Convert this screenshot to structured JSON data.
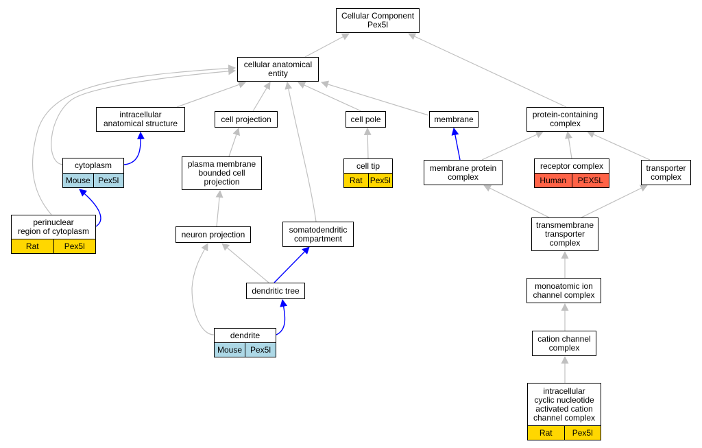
{
  "colors": {
    "edge_gray": "#c0c0c0",
    "edge_blue": "#0000ff",
    "mouse": "#add8e6",
    "rat": "#ffd700",
    "human": "#ff6347"
  },
  "nodes": {
    "cc_root": {
      "label": "Cellular Component\nPex5l"
    },
    "cellular_anatomical_entity": {
      "label": "cellular anatomical\nentity"
    },
    "intracellular_anatomical_structure": {
      "label": "intracellular\nanatomical structure"
    },
    "cell_projection": {
      "label": "cell projection"
    },
    "cell_pole": {
      "label": "cell pole"
    },
    "membrane": {
      "label": "membrane"
    },
    "protein_containing_complex": {
      "label": "protein-containing\ncomplex"
    },
    "cytoplasm": {
      "label": "cytoplasm",
      "annotation": {
        "species": "Mouse",
        "gene": "Pex5l",
        "color": "#add8e6"
      }
    },
    "plasma_membrane_bounded_cell_projection": {
      "label": "plasma membrane\nbounded cell\nprojection"
    },
    "cell_tip": {
      "label": "cell tip",
      "annotation": {
        "species": "Rat",
        "gene": "Pex5l",
        "color": "#ffd700"
      }
    },
    "membrane_protein_complex": {
      "label": "membrane protein\ncomplex"
    },
    "receptor_complex": {
      "label": "receptor complex",
      "annotation": {
        "species": "Human",
        "gene": "PEX5L",
        "color": "#ff6347"
      }
    },
    "transporter_complex": {
      "label": "transporter\ncomplex"
    },
    "perinuclear_region": {
      "label": "perinuclear\nregion of cytoplasm",
      "annotation": {
        "species": "Rat",
        "gene": "Pex5l",
        "color": "#ffd700"
      }
    },
    "neuron_projection": {
      "label": "neuron projection"
    },
    "somatodendritic_compartment": {
      "label": "somatodendritic\ncompartment"
    },
    "transmembrane_transporter_complex": {
      "label": "transmembrane\ntransporter\ncomplex"
    },
    "dendritic_tree": {
      "label": "dendritic tree"
    },
    "monoatomic_ion_channel_complex": {
      "label": "monoatomic ion\nchannel complex"
    },
    "dendrite": {
      "label": "dendrite",
      "annotation": {
        "species": "Mouse",
        "gene": "Pex5l",
        "color": "#add8e6"
      }
    },
    "cation_channel_complex": {
      "label": "cation channel\ncomplex"
    },
    "cyclic_nucleotide_cation_channel": {
      "label": "intracellular\ncyclic nucleotide\nactivated cation\nchannel complex",
      "annotation": {
        "species": "Rat",
        "gene": "Pex5l",
        "color": "#ffd700"
      }
    }
  },
  "edges": [
    {
      "from": "cellular_anatomical_entity",
      "to": "cc_root",
      "type": "is_a"
    },
    {
      "from": "protein_containing_complex",
      "to": "cc_root",
      "type": "is_a"
    },
    {
      "from": "intracellular_anatomical_structure",
      "to": "cellular_anatomical_entity",
      "type": "is_a"
    },
    {
      "from": "cell_projection",
      "to": "cellular_anatomical_entity",
      "type": "is_a"
    },
    {
      "from": "cell_pole",
      "to": "cellular_anatomical_entity",
      "type": "is_a"
    },
    {
      "from": "membrane",
      "to": "cellular_anatomical_entity",
      "type": "is_a"
    },
    {
      "from": "cytoplasm",
      "to": "cellular_anatomical_entity",
      "type": "is_a"
    },
    {
      "from": "perinuclear_region",
      "to": "cellular_anatomical_entity",
      "type": "is_a"
    },
    {
      "from": "somatodendritic_compartment",
      "to": "cellular_anatomical_entity",
      "type": "is_a"
    },
    {
      "from": "cytoplasm",
      "to": "intracellular_anatomical_structure",
      "type": "part_of"
    },
    {
      "from": "perinuclear_region",
      "to": "cytoplasm",
      "type": "part_of"
    },
    {
      "from": "plasma_membrane_bounded_cell_projection",
      "to": "cell_projection",
      "type": "is_a"
    },
    {
      "from": "neuron_projection",
      "to": "plasma_membrane_bounded_cell_projection",
      "type": "is_a"
    },
    {
      "from": "dendritic_tree",
      "to": "neuron_projection",
      "type": "is_a"
    },
    {
      "from": "dendrite",
      "to": "neuron_projection",
      "type": "is_a"
    },
    {
      "from": "dendritic_tree",
      "to": "somatodendritic_compartment",
      "type": "part_of"
    },
    {
      "from": "dendrite",
      "to": "dendritic_tree",
      "type": "part_of"
    },
    {
      "from": "cell_tip",
      "to": "cell_pole",
      "type": "is_a"
    },
    {
      "from": "membrane_protein_complex",
      "to": "membrane",
      "type": "part_of"
    },
    {
      "from": "membrane_protein_complex",
      "to": "protein_containing_complex",
      "type": "is_a"
    },
    {
      "from": "receptor_complex",
      "to": "protein_containing_complex",
      "type": "is_a"
    },
    {
      "from": "transporter_complex",
      "to": "protein_containing_complex",
      "type": "is_a"
    },
    {
      "from": "transmembrane_transporter_complex",
      "to": "membrane_protein_complex",
      "type": "is_a"
    },
    {
      "from": "transmembrane_transporter_complex",
      "to": "transporter_complex",
      "type": "is_a"
    },
    {
      "from": "monoatomic_ion_channel_complex",
      "to": "transmembrane_transporter_complex",
      "type": "is_a"
    },
    {
      "from": "cation_channel_complex",
      "to": "monoatomic_ion_channel_complex",
      "type": "is_a"
    },
    {
      "from": "cyclic_nucleotide_cation_channel",
      "to": "cation_channel_complex",
      "type": "is_a"
    }
  ]
}
